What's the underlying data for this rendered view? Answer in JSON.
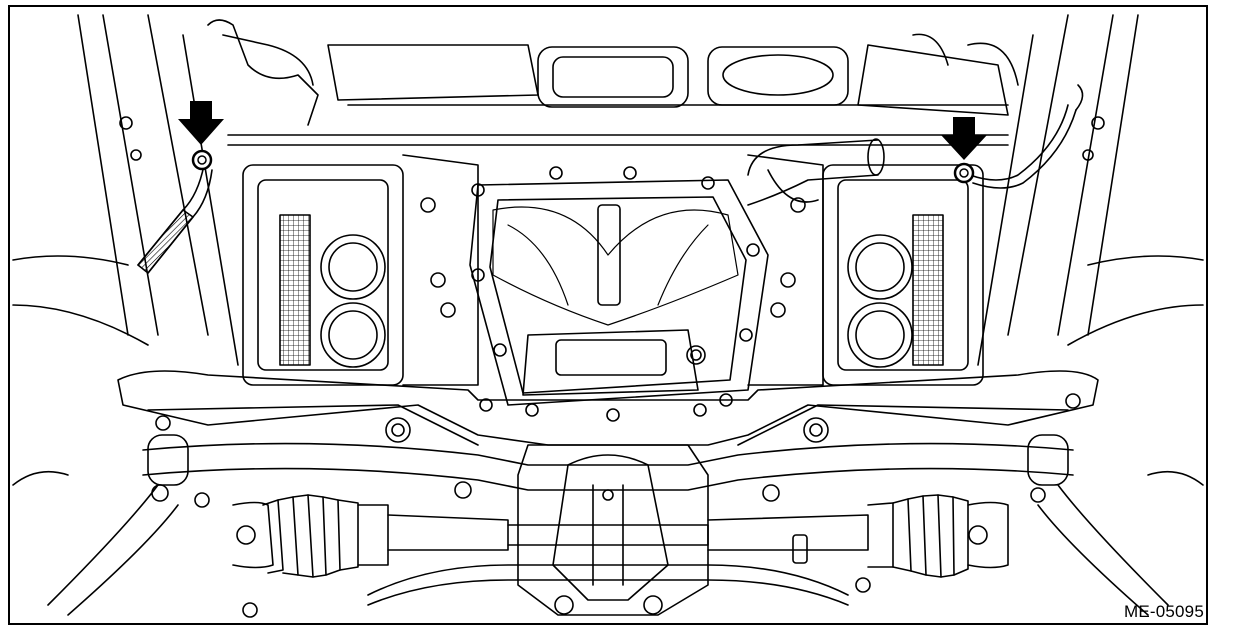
{
  "figure": {
    "code": "ME-05095"
  },
  "style": {
    "line_color": "#000000",
    "background": "#ffffff"
  },
  "callouts": [
    {
      "target": "left-ground-bolt"
    },
    {
      "target": "right-ground-bolt"
    }
  ]
}
